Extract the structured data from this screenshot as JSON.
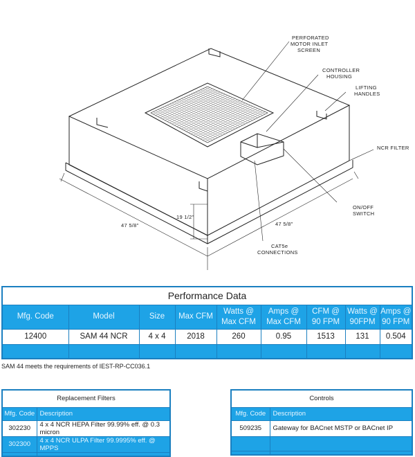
{
  "diagram": {
    "labels": {
      "inlet_screen": [
        "PERFORATED",
        "MOTOR INLET",
        "SCREEN"
      ],
      "controller": [
        "CONTROLLER",
        "HOUSING"
      ],
      "handles": [
        "LIFTING",
        "HANDLES"
      ],
      "filter": "NCR FILTER",
      "switch": [
        "ON/OFF",
        "SWITCH"
      ],
      "cat5": [
        "CAT5e",
        "CONNECTIONS"
      ],
      "height_dim": "19 1/2\"",
      "width_left": "47 5/8\"",
      "width_right": "47 5/8\""
    }
  },
  "performance": {
    "title": "Performance Data",
    "headers": [
      "Mfg. Code",
      "Model",
      "Size",
      "Max CFM",
      "Watts @ Max CFM",
      "Amps @ Max CFM",
      "CFM @ 90 FPM",
      "Watts @ 90FPM",
      "Amps @ 90 FPM"
    ],
    "rows": [
      [
        "12400",
        "SAM 44 NCR",
        "4 x 4",
        "2018",
        "260",
        "0.95",
        "1513",
        "131",
        "0.504"
      ]
    ]
  },
  "note": "SAM 44 meets the requirements of IEST-RP-CC036.1",
  "replacement_filters": {
    "title": "Replacement Filters",
    "headers": [
      "Mfg. Code",
      "Description"
    ],
    "rows": [
      [
        "302230",
        "4 x 4 NCR HEPA Filter 99.99% eff. @ 0.3 micron"
      ],
      [
        "302300",
        "4 x 4 NCR ULPA Filter 99.9995% eff. @ MPPS"
      ]
    ]
  },
  "controls": {
    "title": "Controls",
    "headers": [
      "Mfg. Code",
      "Description"
    ],
    "rows": [
      [
        "509235",
        "Gateway for BACnet MSTP or BACnet IP"
      ]
    ]
  },
  "colors": {
    "accent": "#1ea3e6",
    "border": "#1a7fc0"
  }
}
